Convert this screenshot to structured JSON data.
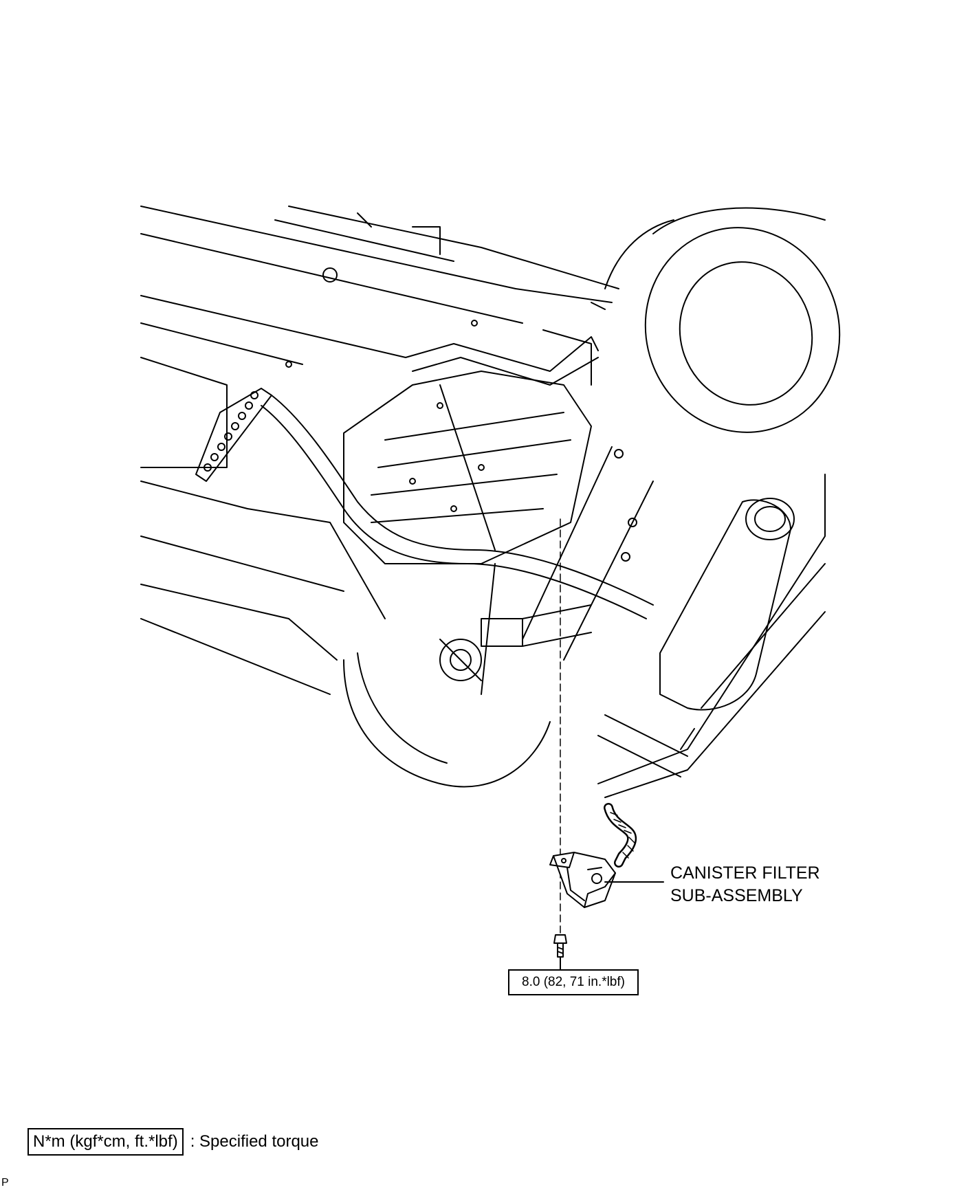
{
  "part": {
    "line1": "CANISTER FILTER",
    "line2": "SUB-ASSEMBLY"
  },
  "torque": {
    "value": "8.0 (82, 71 in.*lbf)"
  },
  "legend": {
    "units": "N*m (kgf*cm, ft.*lbf)",
    "description": ": Specified torque"
  },
  "figure_code": "P",
  "icons": [
    "vehicle-underbody-icon",
    "canister-filter-icon",
    "vent-hose-icon",
    "bolt-icon"
  ]
}
